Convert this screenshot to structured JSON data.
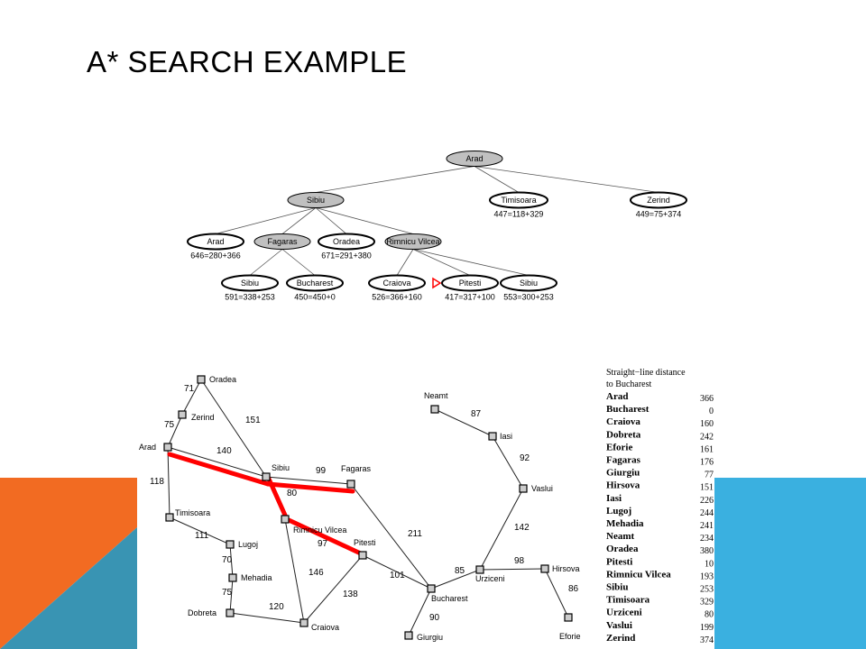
{
  "slide": {
    "title": "A* SEARCH EXAMPLE",
    "colors": {
      "orange": "#f26b22",
      "teal": "#3994b3",
      "blue": "#3ab0e0",
      "path_red": "#ff0000",
      "expanded_fill": "#c0c0c0"
    }
  },
  "search_tree": {
    "nodes": [
      {
        "id": "arad_root",
        "label": "Arad",
        "score": "",
        "expanded": true
      },
      {
        "id": "sibiu",
        "label": "Sibiu",
        "score": "",
        "expanded": true
      },
      {
        "id": "timisoara",
        "label": "Timisoara",
        "score": "447=118+329",
        "expanded": false
      },
      {
        "id": "zerind",
        "label": "Zerind",
        "score": "449=75+374",
        "expanded": false
      },
      {
        "id": "arad2",
        "label": "Arad",
        "score": "646=280+366",
        "expanded": false
      },
      {
        "id": "fagaras",
        "label": "Fagaras",
        "score": "",
        "expanded": true
      },
      {
        "id": "oradea",
        "label": "Oradea",
        "score": "671=291+380",
        "expanded": false
      },
      {
        "id": "rimnicu",
        "label": "Rimnicu Vilcea",
        "score": "",
        "expanded": true
      },
      {
        "id": "sibiu2",
        "label": "Sibiu",
        "score": "591=338+253",
        "expanded": false
      },
      {
        "id": "bucharest",
        "label": "Bucharest",
        "score": "450=450+0",
        "expanded": false
      },
      {
        "id": "craiova",
        "label": "Craiova",
        "score": "526=366+160",
        "expanded": false
      },
      {
        "id": "pitesti",
        "label": "Pitesti",
        "score": "417=317+100",
        "expanded": false
      },
      {
        "id": "sibiu3",
        "label": "Sibiu",
        "score": "553=300+253",
        "expanded": false
      }
    ],
    "edges": [
      [
        "arad_root",
        "sibiu"
      ],
      [
        "arad_root",
        "timisoara"
      ],
      [
        "arad_root",
        "zerind"
      ],
      [
        "sibiu",
        "arad2"
      ],
      [
        "sibiu",
        "fagaras"
      ],
      [
        "sibiu",
        "oradea"
      ],
      [
        "sibiu",
        "rimnicu"
      ],
      [
        "fagaras",
        "sibiu2"
      ],
      [
        "fagaras",
        "bucharest"
      ],
      [
        "rimnicu",
        "craiova"
      ],
      [
        "rimnicu",
        "pitesti"
      ],
      [
        "rimnicu",
        "sibiu3"
      ]
    ],
    "next_marker": "pitesti"
  },
  "romania_map": {
    "cities": [
      {
        "id": "oradea",
        "name": "Oradea"
      },
      {
        "id": "zerind",
        "name": "Zerind"
      },
      {
        "id": "arad",
        "name": "Arad"
      },
      {
        "id": "timisoara",
        "name": "Timisoara"
      },
      {
        "id": "lugoj",
        "name": "Lugoj"
      },
      {
        "id": "mehadia",
        "name": "Mehadia"
      },
      {
        "id": "dobreta",
        "name": "Dobreta"
      },
      {
        "id": "sibiu",
        "name": "Sibiu"
      },
      {
        "id": "fagaras",
        "name": "Fagaras"
      },
      {
        "id": "rimnicu",
        "name": "Rimnicu Vilcea"
      },
      {
        "id": "pitesti",
        "name": "Pitesti"
      },
      {
        "id": "craiova",
        "name": "Craiova"
      },
      {
        "id": "bucharest",
        "name": "Bucharest"
      },
      {
        "id": "giurgiu",
        "name": "Giurgiu"
      },
      {
        "id": "urziceni",
        "name": "Urziceni"
      },
      {
        "id": "hirsova",
        "name": "Hirsova"
      },
      {
        "id": "eforie",
        "name": "Eforie"
      },
      {
        "id": "vaslui",
        "name": "Vaslui"
      },
      {
        "id": "iasi",
        "name": "Iasi"
      },
      {
        "id": "neamt",
        "name": "Neamt"
      }
    ],
    "roads": [
      {
        "a": "oradea",
        "b": "zerind",
        "d": "71"
      },
      {
        "a": "zerind",
        "b": "arad",
        "d": "75"
      },
      {
        "a": "oradea",
        "b": "sibiu",
        "d": "151"
      },
      {
        "a": "arad",
        "b": "sibiu",
        "d": "140"
      },
      {
        "a": "arad",
        "b": "timisoara",
        "d": "118"
      },
      {
        "a": "timisoara",
        "b": "lugoj",
        "d": "111"
      },
      {
        "a": "lugoj",
        "b": "mehadia",
        "d": "70"
      },
      {
        "a": "mehadia",
        "b": "dobreta",
        "d": "75"
      },
      {
        "a": "dobreta",
        "b": "craiova",
        "d": "120"
      },
      {
        "a": "sibiu",
        "b": "fagaras",
        "d": "99"
      },
      {
        "a": "sibiu",
        "b": "rimnicu",
        "d": "80"
      },
      {
        "a": "rimnicu",
        "b": "pitesti",
        "d": "97"
      },
      {
        "a": "rimnicu",
        "b": "craiova",
        "d": "146"
      },
      {
        "a": "craiova",
        "b": "pitesti",
        "d": "138"
      },
      {
        "a": "fagaras",
        "b": "bucharest",
        "d": "211"
      },
      {
        "a": "pitesti",
        "b": "bucharest",
        "d": "101"
      },
      {
        "a": "bucharest",
        "b": "giurgiu",
        "d": "90"
      },
      {
        "a": "bucharest",
        "b": "urziceni",
        "d": "85"
      },
      {
        "a": "urziceni",
        "b": "hirsova",
        "d": "98"
      },
      {
        "a": "hirsova",
        "b": "eforie",
        "d": "86"
      },
      {
        "a": "urziceni",
        "b": "vaslui",
        "d": "142"
      },
      {
        "a": "vaslui",
        "b": "iasi",
        "d": "92"
      },
      {
        "a": "iasi",
        "b": "neamt",
        "d": "87"
      }
    ],
    "highlighted_path": [
      [
        "arad",
        "sibiu"
      ],
      [
        "sibiu",
        "fagaras"
      ],
      [
        "sibiu",
        "rimnicu"
      ],
      [
        "rimnicu",
        "pitesti"
      ]
    ]
  },
  "heuristic_table": {
    "heading_line1": "Straight−line distance",
    "heading_line2": "to Bucharest",
    "rows": [
      {
        "city": "Arad",
        "value": "366"
      },
      {
        "city": "Bucharest",
        "value": "0"
      },
      {
        "city": "Craiova",
        "value": "160"
      },
      {
        "city": "Dobreta",
        "value": "242"
      },
      {
        "city": "Eforie",
        "value": "161"
      },
      {
        "city": "Fagaras",
        "value": "176"
      },
      {
        "city": "Giurgiu",
        "value": "77"
      },
      {
        "city": "Hirsova",
        "value": "151"
      },
      {
        "city": "Iasi",
        "value": "226"
      },
      {
        "city": "Lugoj",
        "value": "244"
      },
      {
        "city": "Mehadia",
        "value": "241"
      },
      {
        "city": "Neamt",
        "value": "234"
      },
      {
        "city": "Oradea",
        "value": "380"
      },
      {
        "city": "Pitesti",
        "value": "10"
      },
      {
        "city": "Rimnicu Vilcea",
        "value": "193"
      },
      {
        "city": "Sibiu",
        "value": "253"
      },
      {
        "city": "Timisoara",
        "value": "329"
      },
      {
        "city": "Urziceni",
        "value": "80"
      },
      {
        "city": "Vaslui",
        "value": "199"
      },
      {
        "city": "Zerind",
        "value": "374"
      }
    ]
  }
}
